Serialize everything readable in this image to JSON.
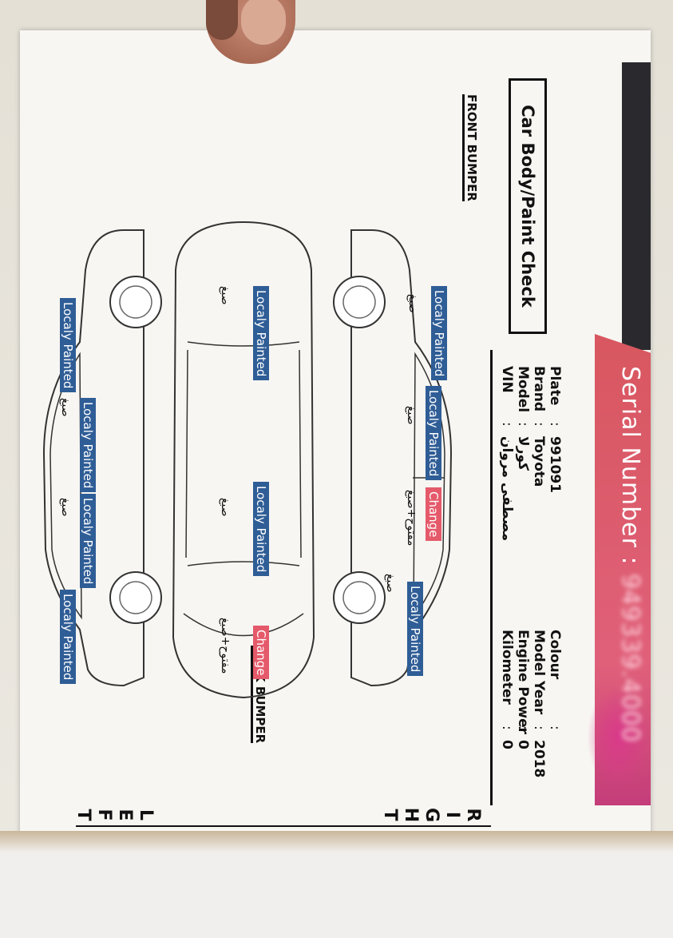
{
  "header": {
    "serial_label": "Serial Number : ",
    "serial_value": "949339.4000"
  },
  "title": "Car Body/Paint Check",
  "vehicle": {
    "left": [
      {
        "k": "Plate",
        "v": "991091"
      },
      {
        "k": "Brand",
        "v": "Toyota"
      },
      {
        "k": "Model",
        "v": "كورلا"
      },
      {
        "k": "VIN",
        "v": "مصطفى مروان"
      }
    ],
    "right": [
      {
        "k": "Colour",
        "v": ""
      },
      {
        "k": "Model Year",
        "v": "2018"
      },
      {
        "k": "Engine Power",
        "v": "0"
      },
      {
        "k": "Kilometer",
        "v": "0"
      }
    ]
  },
  "sides": {
    "right_letters": [
      "R",
      "I",
      "G",
      "H",
      "T"
    ],
    "left_letters": [
      "L",
      "E",
      "F",
      "T"
    ],
    "front": "FRONT BUMPER",
    "back": "BACK BUMPER"
  },
  "labels": {
    "local": "Localy Painted",
    "change": "Change",
    "paint_ar": "صبغ",
    "change_ar": "مفتوح+صبغ"
  },
  "colors": {
    "tag_blue": "#2f5d96",
    "tag_red": "#e55a6a",
    "header_red": "#d8575f",
    "header_dark": "#2a2a2e"
  }
}
